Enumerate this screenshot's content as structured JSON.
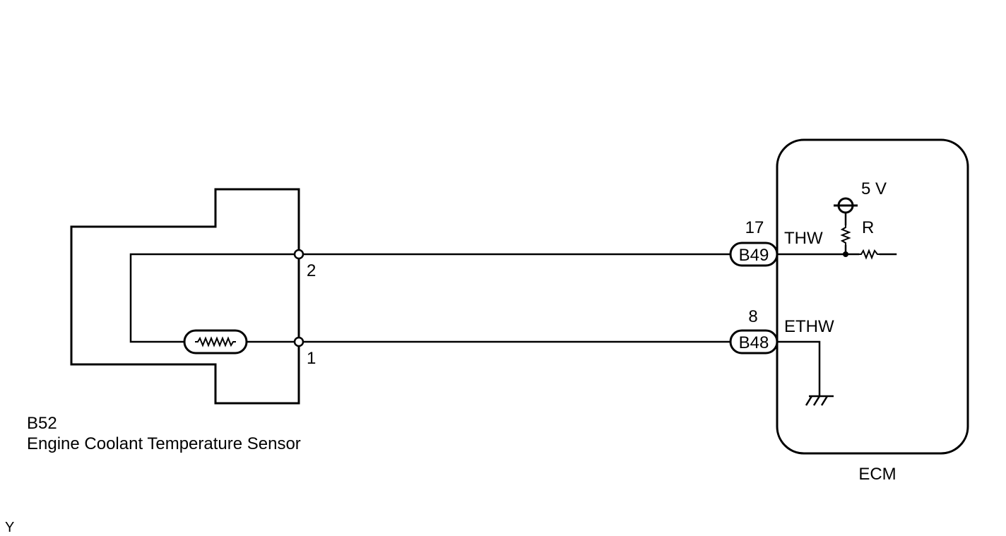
{
  "sensor": {
    "code": "B52",
    "name": "Engine Coolant Temperature Sensor",
    "pin_2": "2",
    "pin_1": "1"
  },
  "connectors": [
    {
      "code": "B49",
      "pin": "17",
      "signal": "THW"
    },
    {
      "code": "B48",
      "pin": "8",
      "signal": "ETHW"
    }
  ],
  "ecm": {
    "label": "ECM",
    "supply": "5 V",
    "resistor": "R"
  },
  "corner_mark": "Y",
  "colors": {
    "line": "#000000",
    "background": "#ffffff"
  }
}
